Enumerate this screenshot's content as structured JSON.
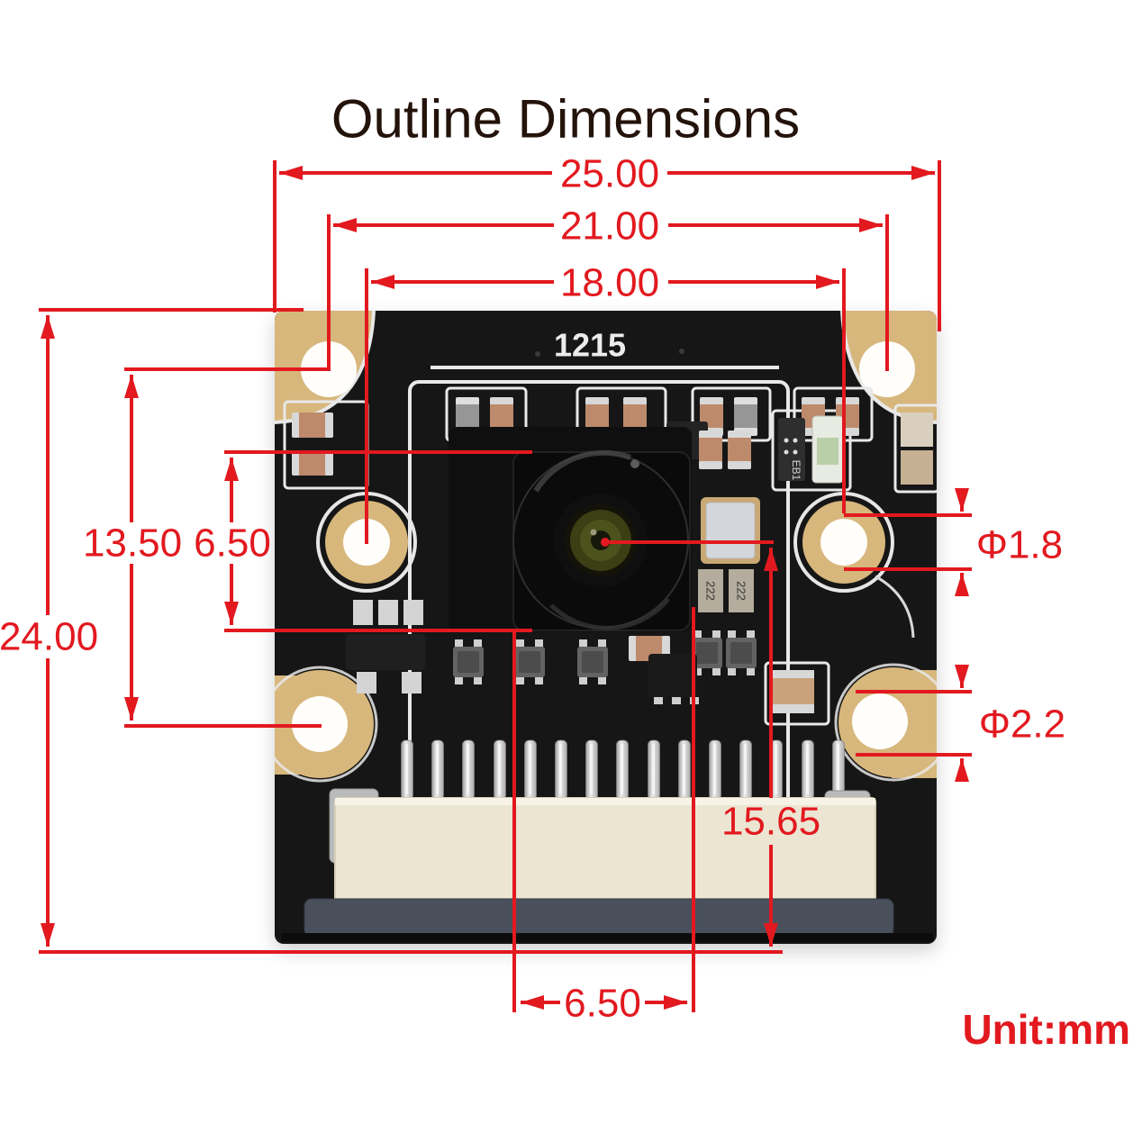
{
  "title": "Outline Dimensions",
  "unit_label": "Unit:mm",
  "colors": {
    "dimension_red": "#e2191f",
    "title_text": "#24130b",
    "board_black": "#151413",
    "pad_gold": "#d7b77c",
    "silkscreen_white": "#e8e8e8",
    "connector_cream": "#ece5d2",
    "connector_latch": "#4a505b"
  },
  "pcb": {
    "marking": "1215",
    "ic_marking": "EB1",
    "cap_marking": "222"
  },
  "dimensions": {
    "board_width": "25.00",
    "hole_pitch_horizontal": "21.00",
    "mid_hole_pitch": "18.00",
    "board_height": "24.00",
    "hole_pitch_vertical": "13.50",
    "lens_block_height": "6.50",
    "lens_block_width": "6.50",
    "lens_center_to_board_bottom": "15.65",
    "mid_hole_diameter": "Φ1.8",
    "corner_hole_diameter": "Φ2.2"
  }
}
